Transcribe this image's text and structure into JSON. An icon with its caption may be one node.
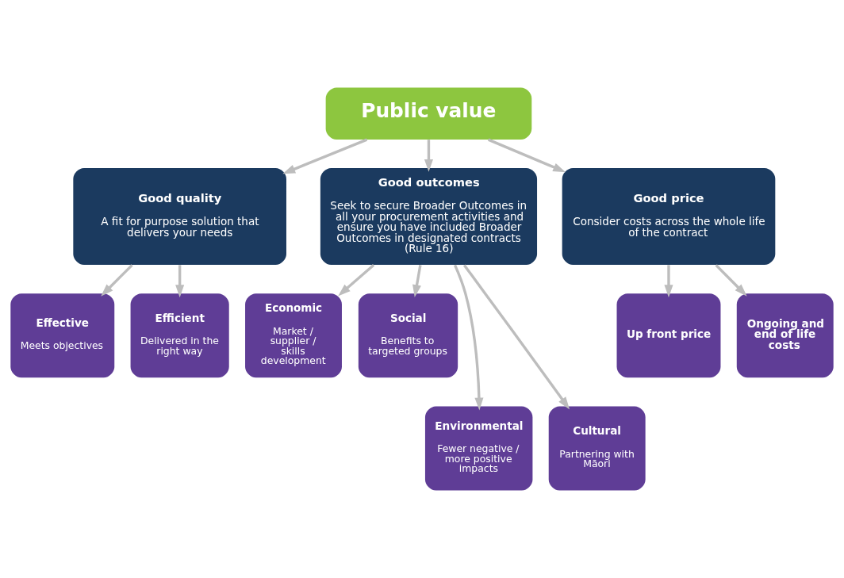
{
  "diagram": {
    "nodes": [
      {
        "text": [
          "Public value"
        ]
      },
      {
        "text": [
          "Good quality",
          "A fit for purpose solution that delivers your needs"
        ]
      },
      {
        "text": [
          "Good outcomes",
          "Seek to secure Broader Outcomes in all your procurement activities and ensure you have included Broader Outcomes in designated contracts (Rule 16)"
        ]
      },
      {
        "text": [
          "Good price",
          "Consider costs across the whole life of the contract"
        ]
      },
      {
        "text": [
          "Effective",
          "Meets objectives"
        ]
      },
      {
        "text": [
          "Efficient",
          "Delivered in the right way"
        ]
      },
      {
        "text": [
          "Economic",
          "Market / supplier / skills development"
        ]
      },
      {
        "text": [
          "Social",
          "Benefits to targeted groups"
        ]
      },
      {
        "text": [
          "Up front price"
        ]
      },
      {
        "text": [
          "Ongoing and end of life costs"
        ]
      },
      {
        "text": [
          "Environmental",
          "Fewer negative / more positive impacts"
        ]
      },
      {
        "text": [
          "Cultural",
          "Partnering with Māori"
        ]
      }
    ],
    "edges": [
      {
        "from": 0,
        "to": 1,
        "arrow": "to"
      },
      {
        "from": 0,
        "to": 2,
        "arrow": "to"
      },
      {
        "from": 0,
        "to": 3,
        "arrow": "to"
      },
      {
        "from": 1,
        "to": 4,
        "arrow": "to"
      },
      {
        "from": 1,
        "to": 5,
        "arrow": "to"
      },
      {
        "from": 2,
        "to": 6,
        "arrow": "to"
      },
      {
        "from": 2,
        "to": 10,
        "arrow": "to"
      },
      {
        "from": 2,
        "to": 11,
        "arrow": "to"
      },
      {
        "from": 2,
        "to": 7,
        "arrow": "to"
      },
      {
        "from": 3,
        "to": 8,
        "arrow": "to"
      },
      {
        "from": 3,
        "to": 9,
        "arrow": "to"
      }
    ]
  }
}
